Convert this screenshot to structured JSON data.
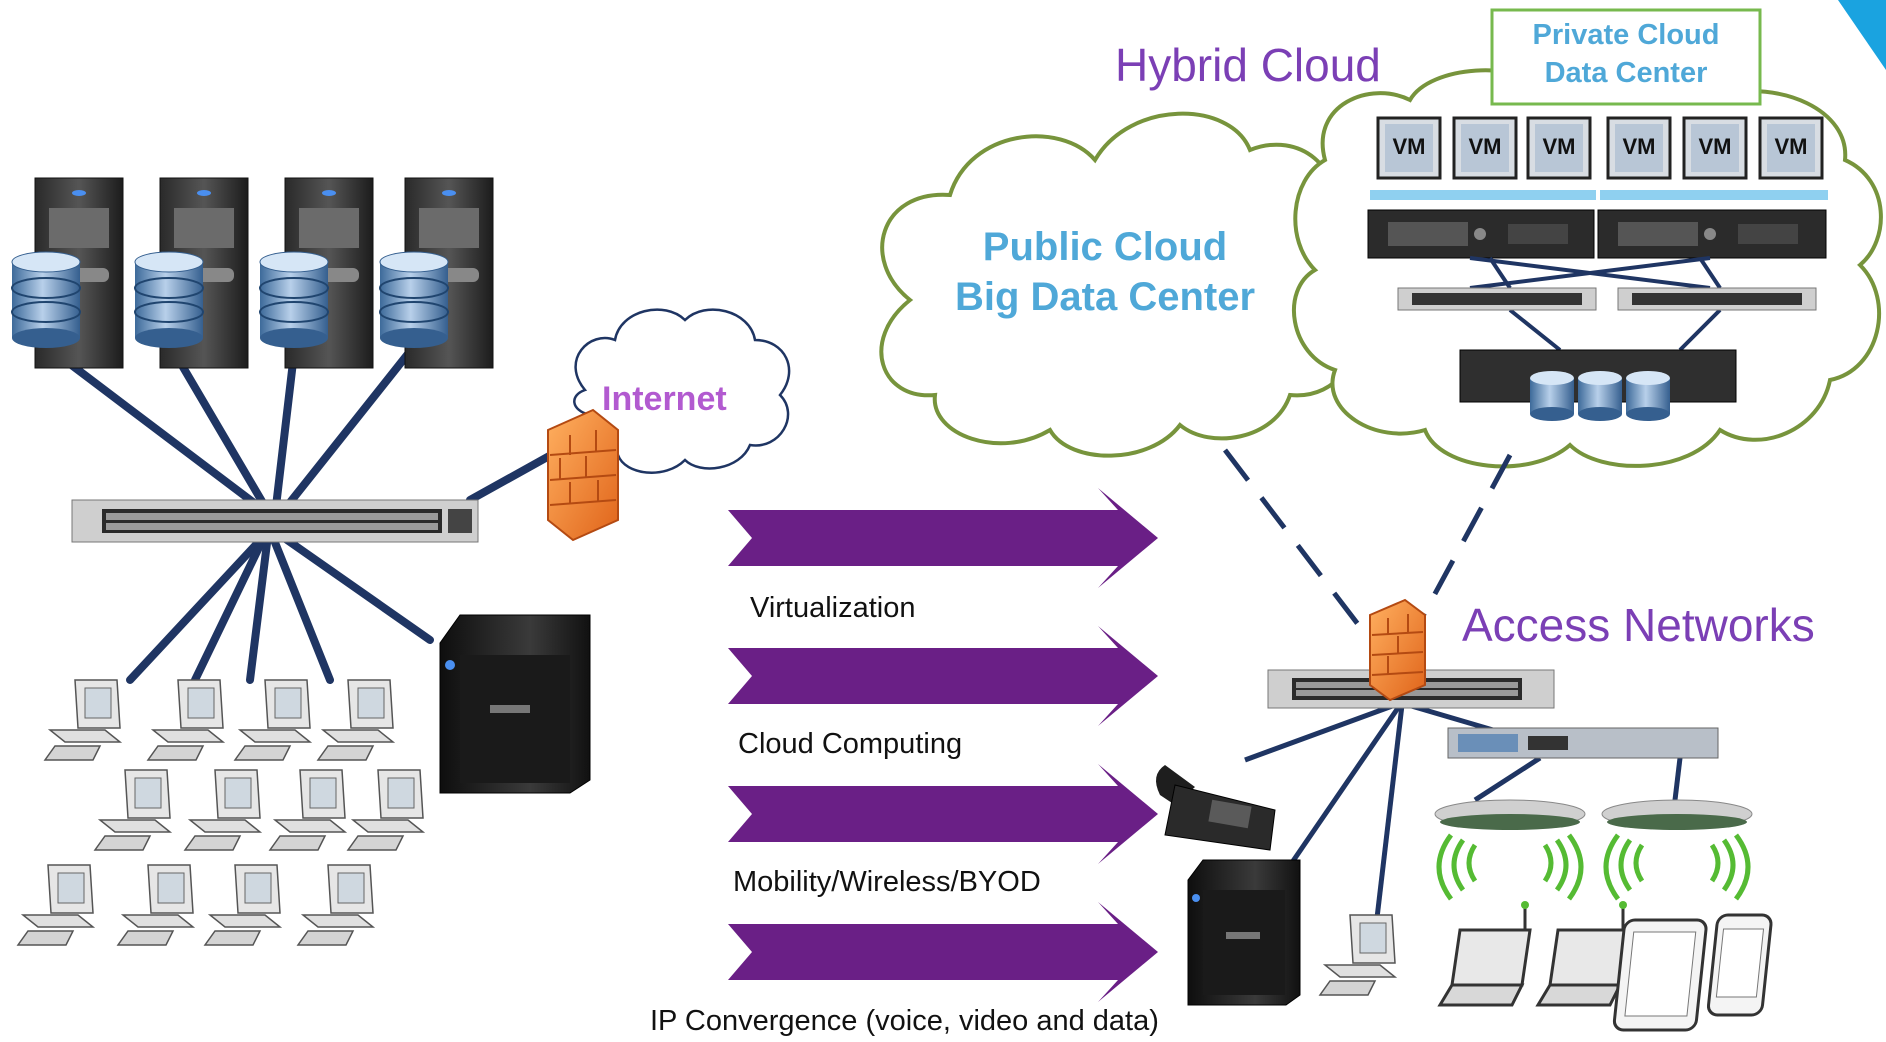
{
  "labels": {
    "hybrid_cloud": "Hybrid Cloud",
    "private_cloud_line1": "Private Cloud",
    "private_cloud_line2": "Data Center",
    "public_cloud_line1": "Public Cloud",
    "public_cloud_line2": "Big Data Center",
    "internet": "Internet",
    "access_networks": "Access Networks",
    "vm": "VM"
  },
  "steps": [
    "Virtualization",
    "Cloud Computing",
    "Mobility/Wireless/BYOD",
    "IP Convergence (voice, video and data)"
  ],
  "colors": {
    "arrow": "#6a1f86",
    "cable": "#1f3563",
    "cloud_stroke": "#77943c",
    "accent_purple": "#7b3fb5",
    "accent_blue": "#4fa8d8",
    "corner_accent": "#1aa3e0"
  }
}
